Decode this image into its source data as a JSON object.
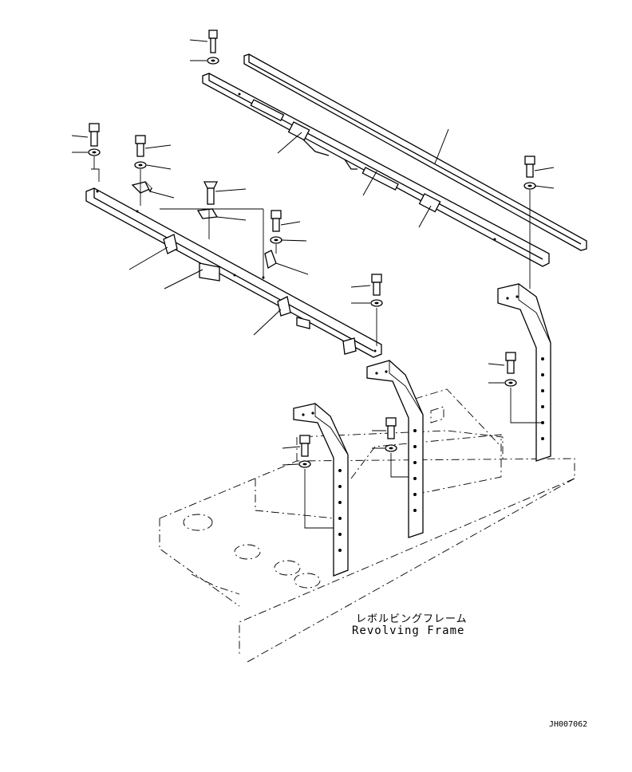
{
  "annotation": {
    "japanese": "レボルビングフレーム",
    "english": "Revolving Frame"
  },
  "drawing_code": "JH007062"
}
